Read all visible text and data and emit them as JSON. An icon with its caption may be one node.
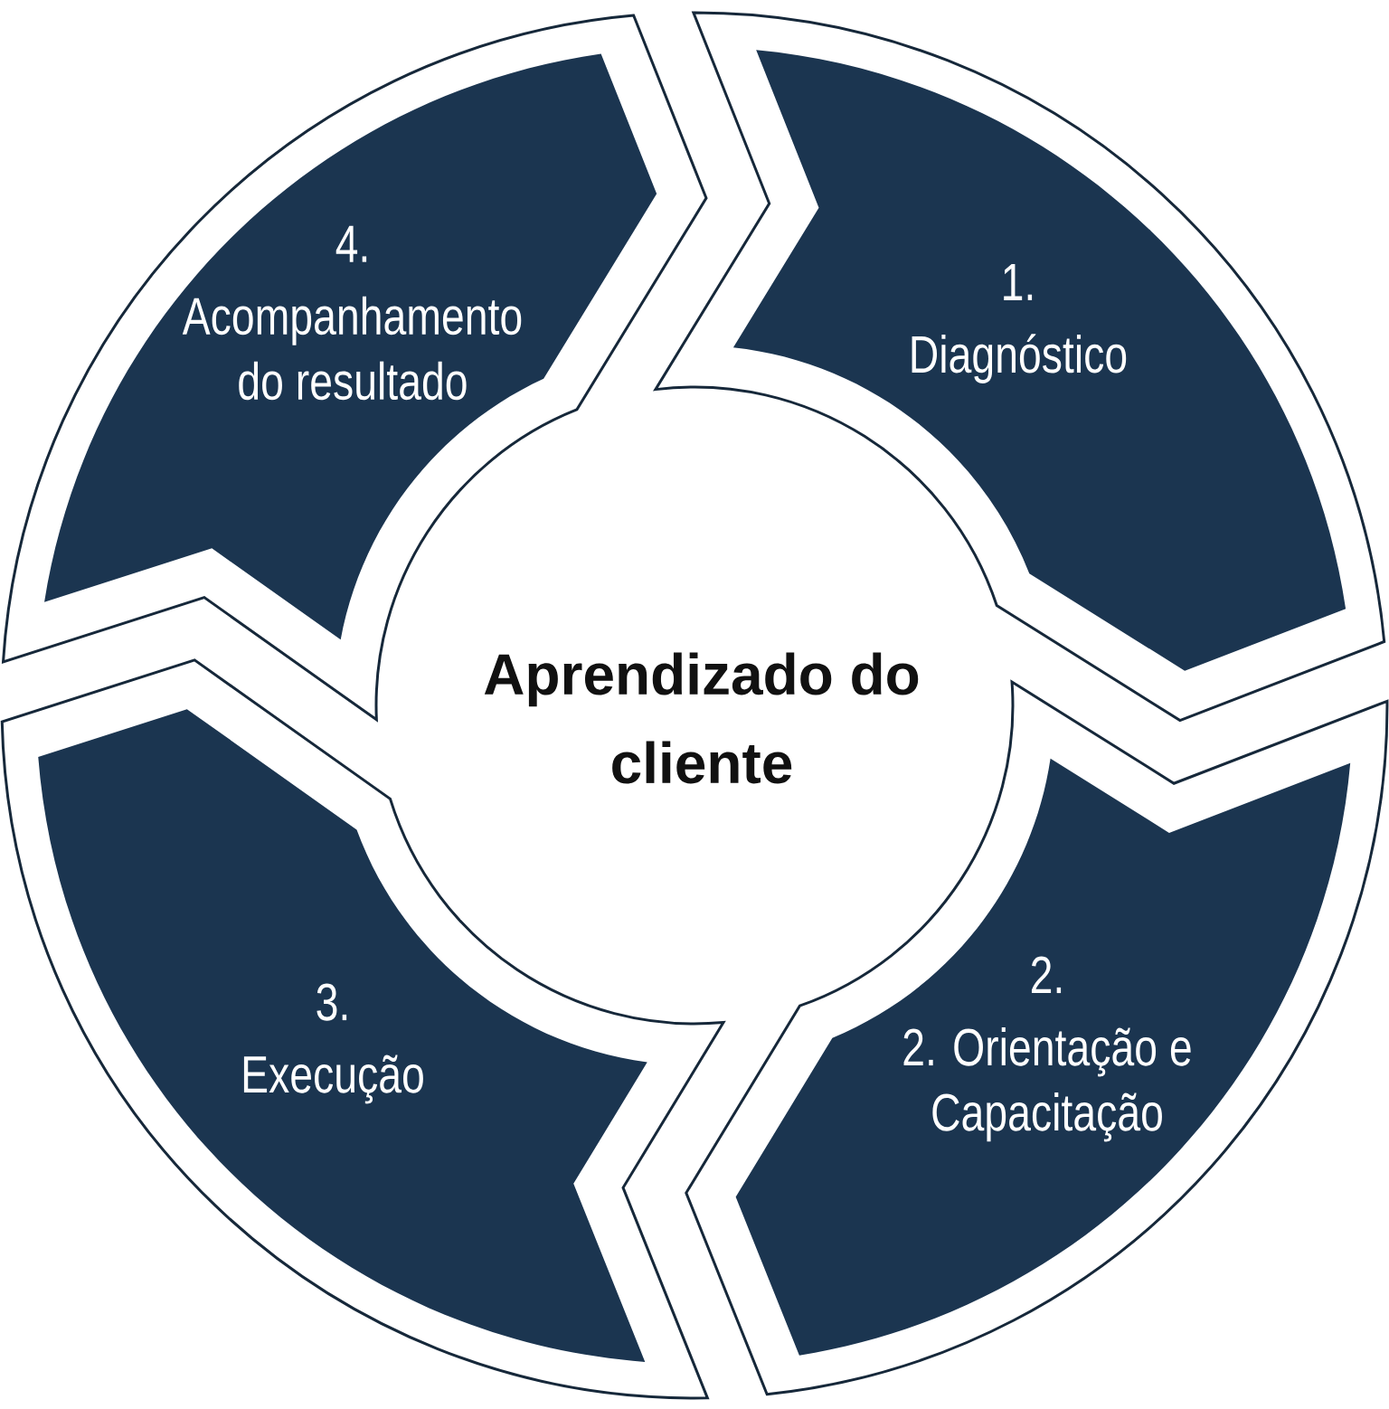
{
  "diagram": {
    "nodes": [
      {
        "text": [
          "Aprendizado do cliente"
        ]
      },
      {
        "text": [
          "1.",
          "Diagnóstico"
        ]
      },
      {
        "text": [
          "2.",
          "2. Orientação e Capacitação"
        ]
      },
      {
        "text": [
          "3.",
          "Execução"
        ]
      },
      {
        "text": [
          "4.",
          "Acompanhamento do resultado"
        ]
      }
    ]
  }
}
